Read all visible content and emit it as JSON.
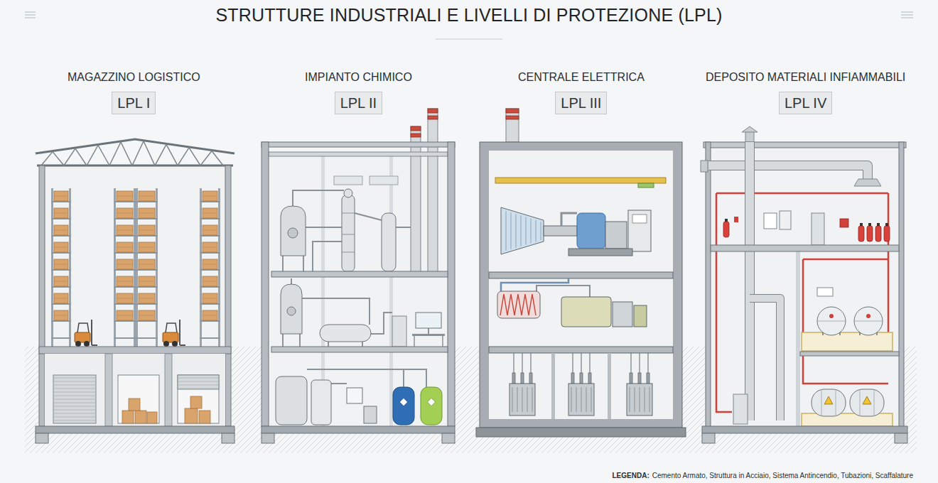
{
  "diagram": {
    "title": "STRUTTURE INDUSTRIALI E LIVELLI DI PROTEZIONE (LPL)",
    "nodes": [
      {
        "text": [
          "MAGAZZINO LOGISTICO",
          "LPL I"
        ]
      },
      {
        "text": [
          "IMPIANTO CHIMICO",
          "LPL II"
        ]
      },
      {
        "text": [
          "CENTRALE ELETTRICA",
          "LPL III"
        ]
      },
      {
        "text": [
          "DEPOSITO MATERIALI INFIAMMABILI",
          "LPL IV"
        ]
      }
    ],
    "labels": [
      "LEGENDA:",
      "Cemento Armato, Struttura in Acciaio, Sistema Antincendio, Tubazioni, Scaffalature"
    ]
  }
}
